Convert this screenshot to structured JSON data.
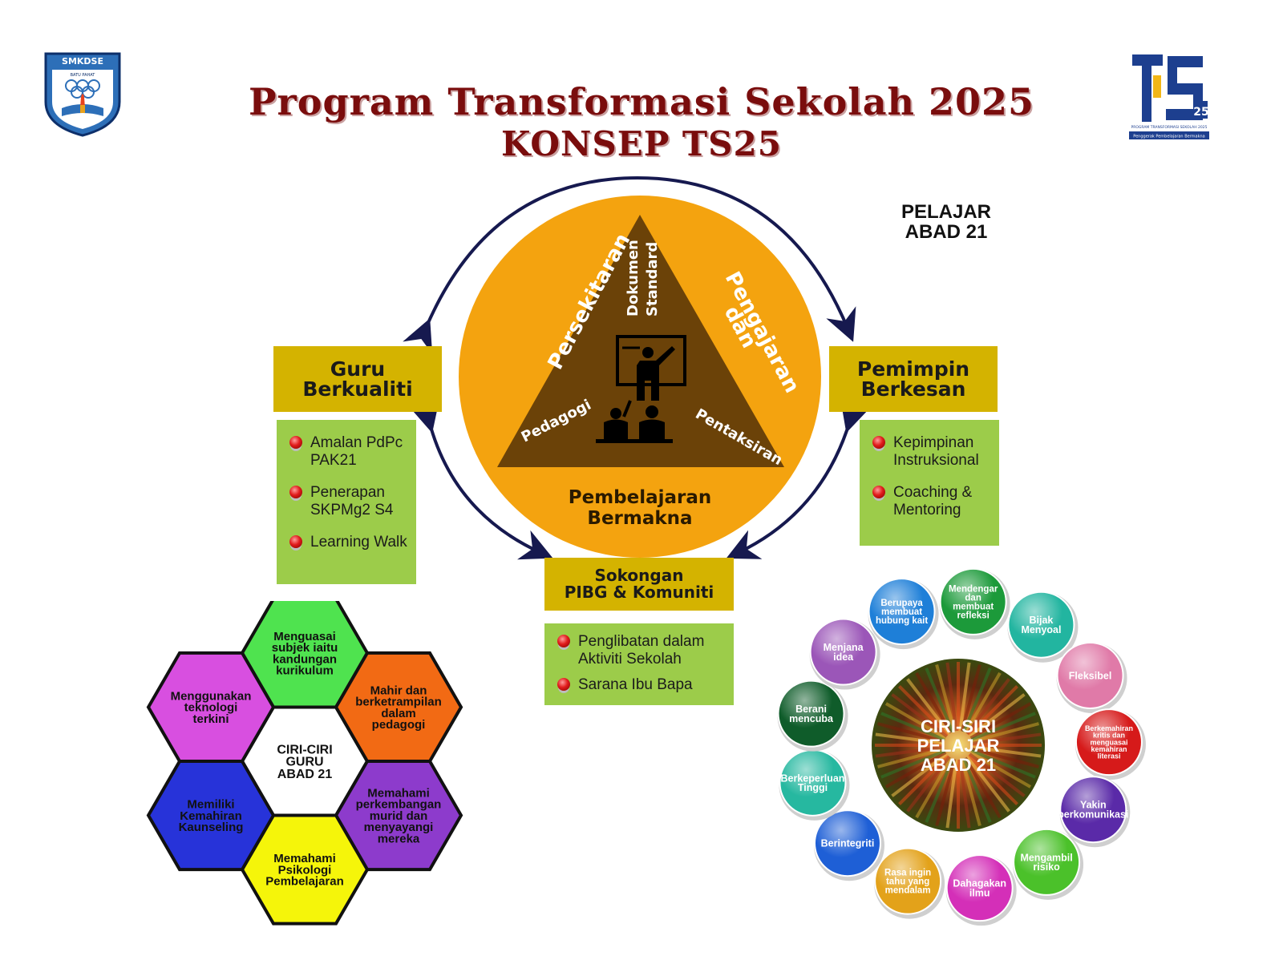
{
  "title": {
    "line1": "Program Transformasi Sekolah 2025",
    "line2": "KONSEP TS25"
  },
  "logos": {
    "left": {
      "name": "SMKDSE",
      "sub": "BATU PAHAT"
    },
    "right": {
      "text": "tS",
      "num": "25",
      "caption1": "PROGRAM TRANSFORMASI SEKOLAH 2025",
      "caption2": "Penggerak Pembelajaran Bermakna"
    }
  },
  "pelajar_label": [
    "PELAJAR",
    "ABAD 21"
  ],
  "circle": {
    "triangle_top": [
      "Dokumen",
      "Standard"
    ],
    "left_side": "Persekitaran",
    "right_side": [
      "Pengajaran",
      "dan"
    ],
    "bottom_left": "Pedagogi",
    "bottom_right": "Pentaksiran",
    "bottom": [
      "Pembelajaran",
      "Bermakna"
    ]
  },
  "guru": {
    "header": [
      "Guru",
      "Berkualiti"
    ],
    "items": [
      [
        "Amalan PdPc",
        "PAK21"
      ],
      [
        "Penerapan",
        "SKPMg2 S4"
      ],
      [
        "Learning Walk"
      ]
    ]
  },
  "pemimpin": {
    "header": [
      "Pemimpin",
      "Berkesan"
    ],
    "items": [
      [
        "Kepimpinan",
        "Instruksional"
      ],
      [
        "Coaching &",
        "Mentoring"
      ]
    ]
  },
  "sokongan": {
    "header": [
      "Sokongan",
      "PIBG & Komuniti"
    ],
    "items": [
      [
        "Penglibatan dalam",
        "Aktiviti  Sekolah"
      ],
      [
        "Sarana Ibu Bapa"
      ]
    ]
  },
  "hexagons": {
    "center": [
      "CIRI-CIRI",
      "GURU",
      "ABAD 21"
    ],
    "cells": [
      {
        "lines": [
          "Menguasai",
          "subjek iaitu",
          "kandungan",
          "kurikulum"
        ],
        "color": "#4fe34f"
      },
      {
        "lines": [
          "Mahir dan",
          "berketrampilan",
          "dalam",
          "pedagogi"
        ],
        "color": "#f26a14"
      },
      {
        "lines": [
          "Memahami",
          "perkembangan",
          "murid dan",
          "menyayangi",
          "mereka"
        ],
        "color": "#8d3bcc"
      },
      {
        "lines": [
          "Memahami",
          "Psikologi",
          "Pembelajaran"
        ],
        "color": "#f5f50a"
      },
      {
        "lines": [
          "Memiliki",
          "Kemahiran",
          "Kaunseling"
        ],
        "color": "#2733d9"
      },
      {
        "lines": [
          "Menggunakan",
          "teknologi",
          "terkini"
        ],
        "color": "#d84fe0"
      }
    ]
  },
  "pelajar_circle": {
    "center": [
      "CIRI-SIRI",
      "PELAJAR",
      "ABAD 21"
    ],
    "bubbles": [
      {
        "lines": [
          "Berupaya",
          "membuat",
          "hubung kait"
        ],
        "color": "#1e7fd8"
      },
      {
        "lines": [
          "Mendengar",
          "dan",
          "membuat",
          "refleksi"
        ],
        "color": "#1c9a3a"
      },
      {
        "lines": [
          "Bijak",
          "Menyoal"
        ],
        "color": "#22b5a0"
      },
      {
        "lines": [
          "Fleksibel"
        ],
        "color": "#e07aa8"
      },
      {
        "lines": [
          "Berkemahiran",
          "kritis dan",
          "menguasai",
          "kemahiran",
          "literasi"
        ],
        "color": "#d61a1a"
      },
      {
        "lines": [
          "Yakin",
          "berkomunikasi"
        ],
        "color": "#5a2aa8"
      },
      {
        "lines": [
          "Mengambil",
          "risiko"
        ],
        "color": "#4bc12a"
      },
      {
        "lines": [
          "Dahagakan",
          "ilmu"
        ],
        "color": "#d42fb8"
      },
      {
        "lines": [
          "Rasa ingin",
          "tahu yang",
          "mendalam"
        ],
        "color": "#e3a21a"
      },
      {
        "lines": [
          "Berintegriti"
        ],
        "color": "#1e5fd6"
      },
      {
        "lines": [
          "Berkeperluan",
          "Tinggi"
        ],
        "color": "#26b8a0"
      },
      {
        "lines": [
          "Berani",
          "mencuba"
        ],
        "color": "#0f5c2a"
      },
      {
        "lines": [
          "Menjana",
          "idea"
        ],
        "color": "#9b56b8"
      }
    ]
  },
  "colors": {
    "title": "#7a0d0d",
    "header_yellow": "#d4b300",
    "box_green": "#9ccc4a",
    "circle_orange": "#f4a30f",
    "triangle_brown": "#6b4208",
    "arrow_navy": "#16194f"
  }
}
